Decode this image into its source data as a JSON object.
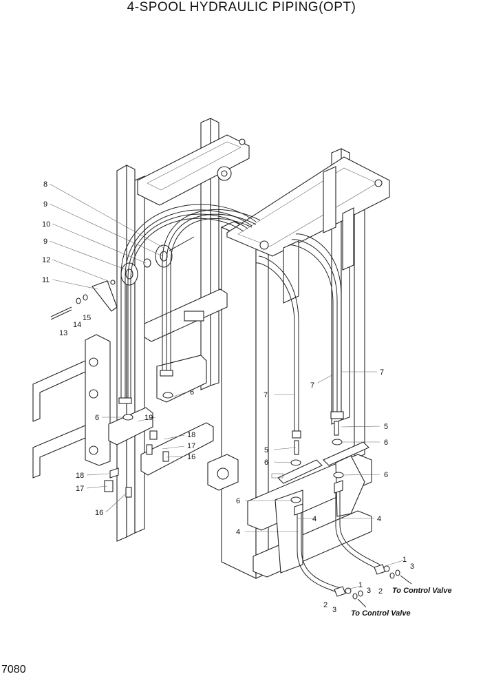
{
  "title": "4-SPOOL HYDRAULIC PIPING(OPT)",
  "page_code": "7080",
  "destination_notes": [
    "To Control Valve",
    "To Control Valve"
  ],
  "callouts": [
    "8",
    "9",
    "10",
    "9",
    "12",
    "11",
    "13",
    "14",
    "15",
    "6",
    "6",
    "19",
    "18",
    "17",
    "16",
    "18",
    "17",
    "16",
    "7",
    "7",
    "7",
    "5",
    "6",
    "5",
    "6",
    "6",
    "6",
    "4",
    "4",
    "4",
    "1",
    "3",
    "2",
    "1",
    "3",
    "2",
    "3"
  ]
}
